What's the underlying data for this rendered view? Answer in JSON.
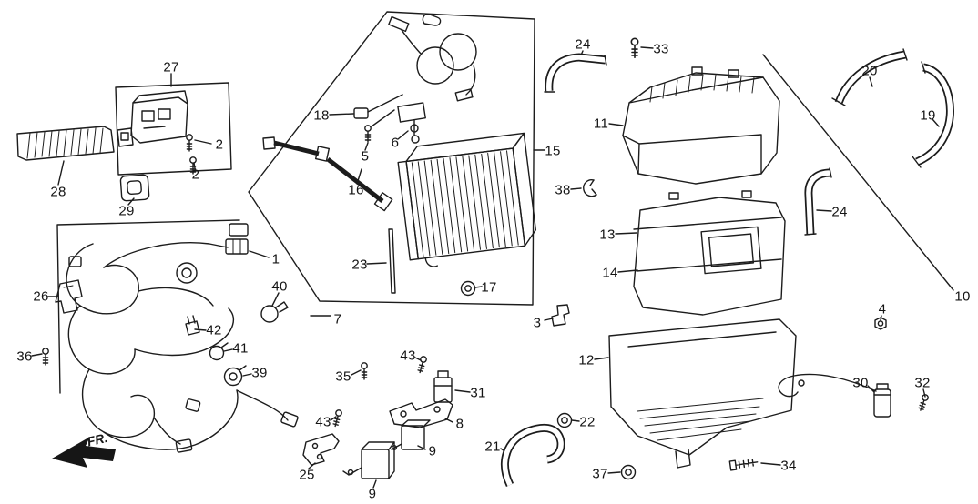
{
  "colors": {
    "ink": "#1c1c1c",
    "background": "#ffffff"
  },
  "fr_label": "FR.",
  "callouts": [
    "27",
    "2",
    "2",
    "28",
    "29",
    "26",
    "36",
    "18",
    "5",
    "16",
    "6",
    "15",
    "23",
    "17",
    "1",
    "40",
    "42",
    "41",
    "39",
    "7",
    "43",
    "35",
    "43",
    "25",
    "9",
    "9",
    "8",
    "31",
    "21",
    "37",
    "22",
    "3",
    "38",
    "24",
    "33",
    "11",
    "13",
    "14",
    "12",
    "20",
    "19",
    "24",
    "10",
    "4",
    "30",
    "32",
    "34"
  ]
}
